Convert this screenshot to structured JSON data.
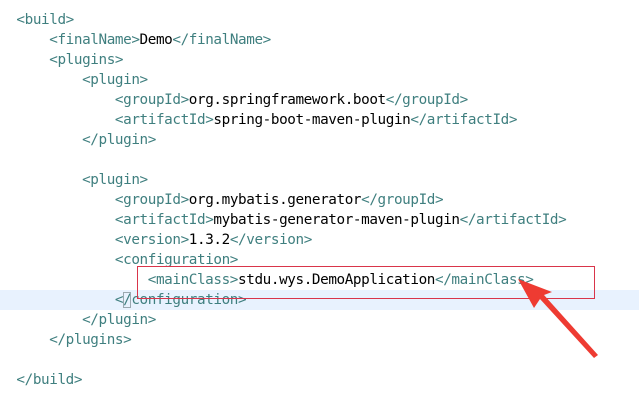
{
  "editor": {
    "lines": [
      {
        "indent": "  ",
        "open": "<build>",
        "value": "",
        "close": ""
      },
      {
        "indent": "      ",
        "open": "<finalName>",
        "value": "Demo",
        "close": "</finalName>"
      },
      {
        "indent": "      ",
        "open": "<plugins>",
        "value": "",
        "close": ""
      },
      {
        "indent": "          ",
        "open": "<plugin>",
        "value": "",
        "close": ""
      },
      {
        "indent": "              ",
        "open": "<groupId>",
        "value": "org.springframework.boot",
        "close": "</groupId>"
      },
      {
        "indent": "              ",
        "open": "<artifactId>",
        "value": "spring-boot-maven-plugin",
        "close": "</artifactId>"
      },
      {
        "indent": "          ",
        "open": "</plugin>",
        "value": "",
        "close": ""
      },
      {
        "indent": "",
        "open": "",
        "value": "",
        "close": ""
      },
      {
        "indent": "          ",
        "open": "<plugin>",
        "value": "",
        "close": ""
      },
      {
        "indent": "              ",
        "open": "<groupId>",
        "value": "org.mybatis.generator",
        "close": "</groupId>"
      },
      {
        "indent": "              ",
        "open": "<artifactId>",
        "value": "mybatis-generator-maven-plugin",
        "close": "</artifactId>"
      },
      {
        "indent": "              ",
        "open": "<version>",
        "value": "1.3.2",
        "close": "</version>"
      },
      {
        "indent": "              ",
        "open": "<configuration>",
        "value": "",
        "close": ""
      },
      {
        "indent": "                  ",
        "open": "<mainClass>",
        "value": "stdu.wys.DemoApplication",
        "close": "</mainClass>"
      },
      {
        "indent": "              ",
        "open": "</configuration>",
        "value": "",
        "close": ""
      },
      {
        "indent": "          ",
        "open": "</plugin>",
        "value": "",
        "close": ""
      },
      {
        "indent": "      ",
        "open": "</plugins>",
        "value": "",
        "close": ""
      },
      {
        "indent": "",
        "open": "",
        "value": "",
        "close": ""
      },
      {
        "indent": "  ",
        "open": "</build>",
        "value": "",
        "close": ""
      }
    ],
    "current_line_index": 14
  },
  "annotation": {
    "box_color": "#d9354a",
    "arrow_color": "#ee3b32"
  }
}
